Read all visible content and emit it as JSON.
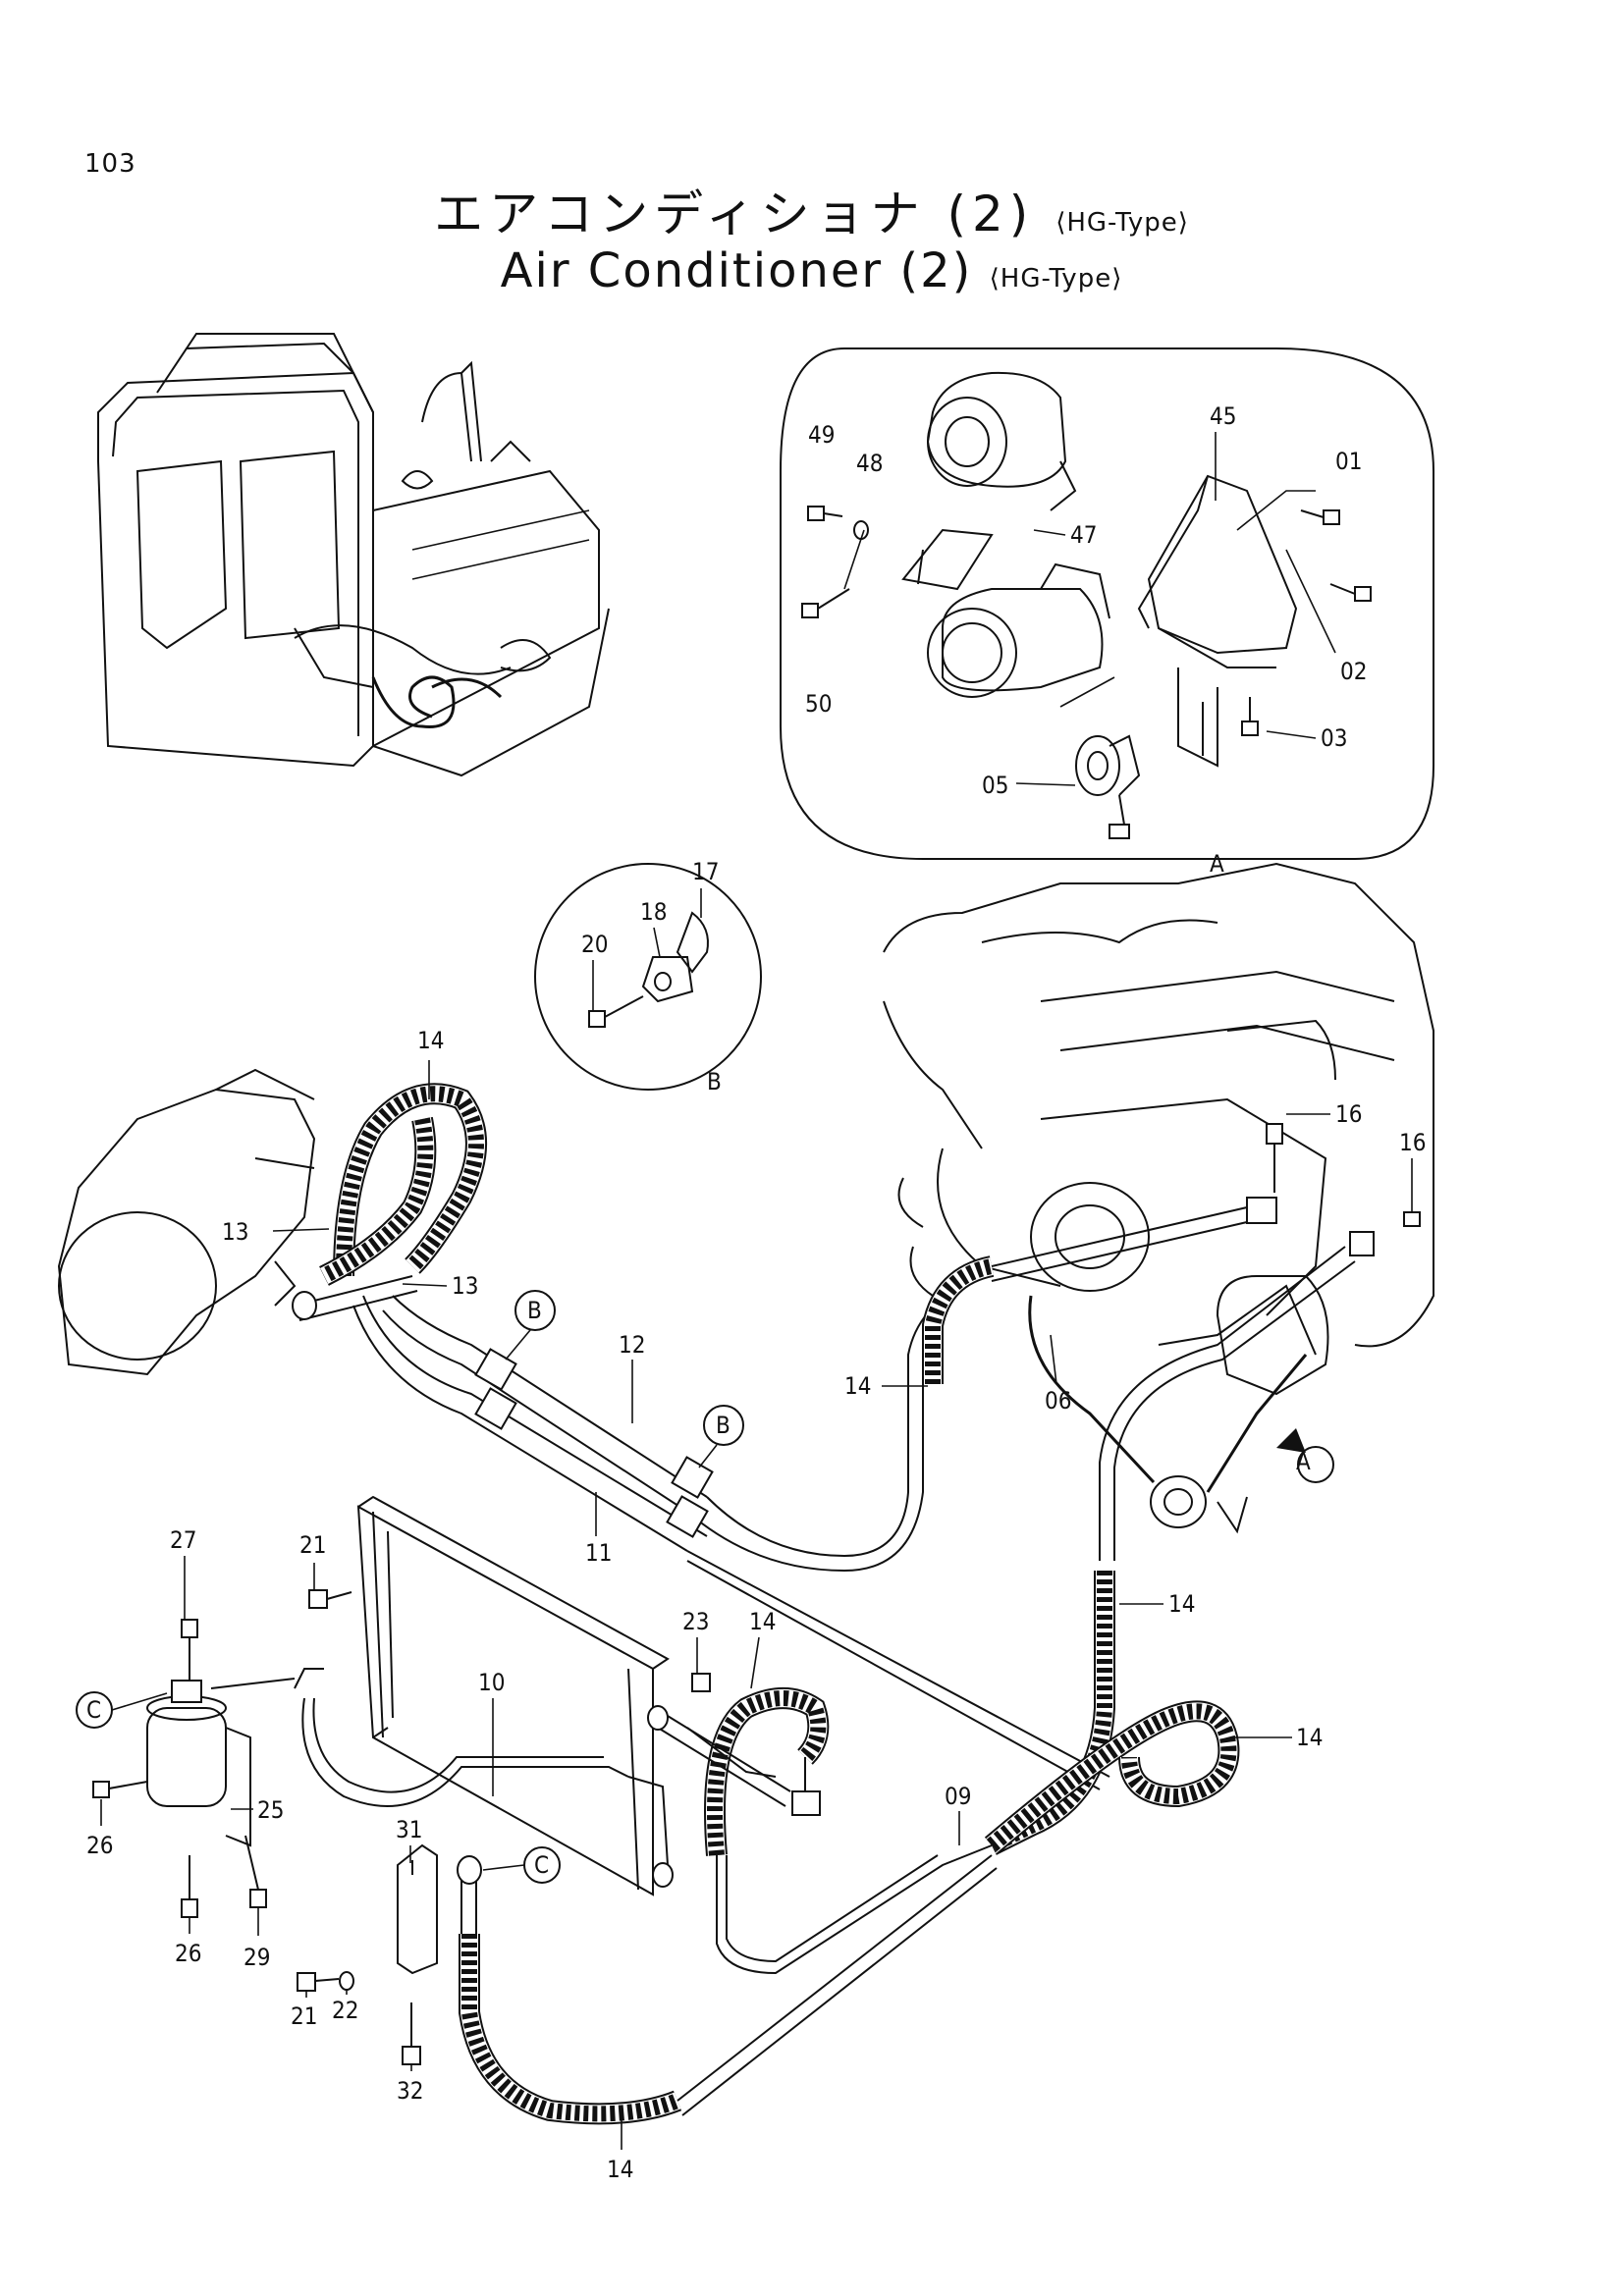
{
  "page_number": "103",
  "title_jp": "エアコンディショナ (2)",
  "title_en": "Air Conditioner (2)",
  "subtitle": "⟨HG-Type⟩",
  "detail_labels": {
    "a": "A",
    "b": "B",
    "c": "C"
  },
  "parts": [
    "01",
    "02",
    "03",
    "05",
    "06",
    "09",
    "10",
    "11",
    "12",
    "13",
    "14",
    "16",
    "17",
    "18",
    "20",
    "21",
    "22",
    "23",
    "25",
    "26",
    "27",
    "29",
    "31",
    "32",
    "45",
    "47",
    "48",
    "49",
    "50"
  ],
  "callouts": [
    {
      "id": "c49",
      "text": "49"
    },
    {
      "id": "c48",
      "text": "48"
    },
    {
      "id": "c47",
      "text": "47"
    },
    {
      "id": "c45",
      "text": "45"
    },
    {
      "id": "c01",
      "text": "01"
    },
    {
      "id": "c02",
      "text": "02"
    },
    {
      "id": "c03",
      "text": "03"
    },
    {
      "id": "c05",
      "text": "05"
    },
    {
      "id": "c50",
      "text": "50"
    },
    {
      "id": "c17",
      "text": "17"
    },
    {
      "id": "c18",
      "text": "18"
    },
    {
      "id": "c20",
      "text": "20"
    },
    {
      "id": "c14a",
      "text": "14"
    },
    {
      "id": "c13a",
      "text": "13"
    },
    {
      "id": "c13b",
      "text": "13"
    },
    {
      "id": "c12",
      "text": "12"
    },
    {
      "id": "c11",
      "text": "11"
    },
    {
      "id": "c14b",
      "text": "14"
    },
    {
      "id": "c06",
      "text": "06"
    },
    {
      "id": "c16a",
      "text": "16"
    },
    {
      "id": "c16b",
      "text": "16"
    },
    {
      "id": "c14c",
      "text": "14"
    },
    {
      "id": "c14d",
      "text": "14"
    },
    {
      "id": "c14e",
      "text": "14"
    },
    {
      "id": "c09",
      "text": "09"
    },
    {
      "id": "c10",
      "text": "10"
    },
    {
      "id": "c21a",
      "text": "21"
    },
    {
      "id": "c23",
      "text": "23"
    },
    {
      "id": "c27",
      "text": "27"
    },
    {
      "id": "c25",
      "text": "25"
    },
    {
      "id": "c26a",
      "text": "26"
    },
    {
      "id": "c26b",
      "text": "26"
    },
    {
      "id": "c29",
      "text": "29"
    },
    {
      "id": "c21b",
      "text": "21"
    },
    {
      "id": "c22",
      "text": "22"
    },
    {
      "id": "c31",
      "text": "31"
    },
    {
      "id": "c32",
      "text": "32"
    },
    {
      "id": "c14f",
      "text": "14"
    }
  ]
}
